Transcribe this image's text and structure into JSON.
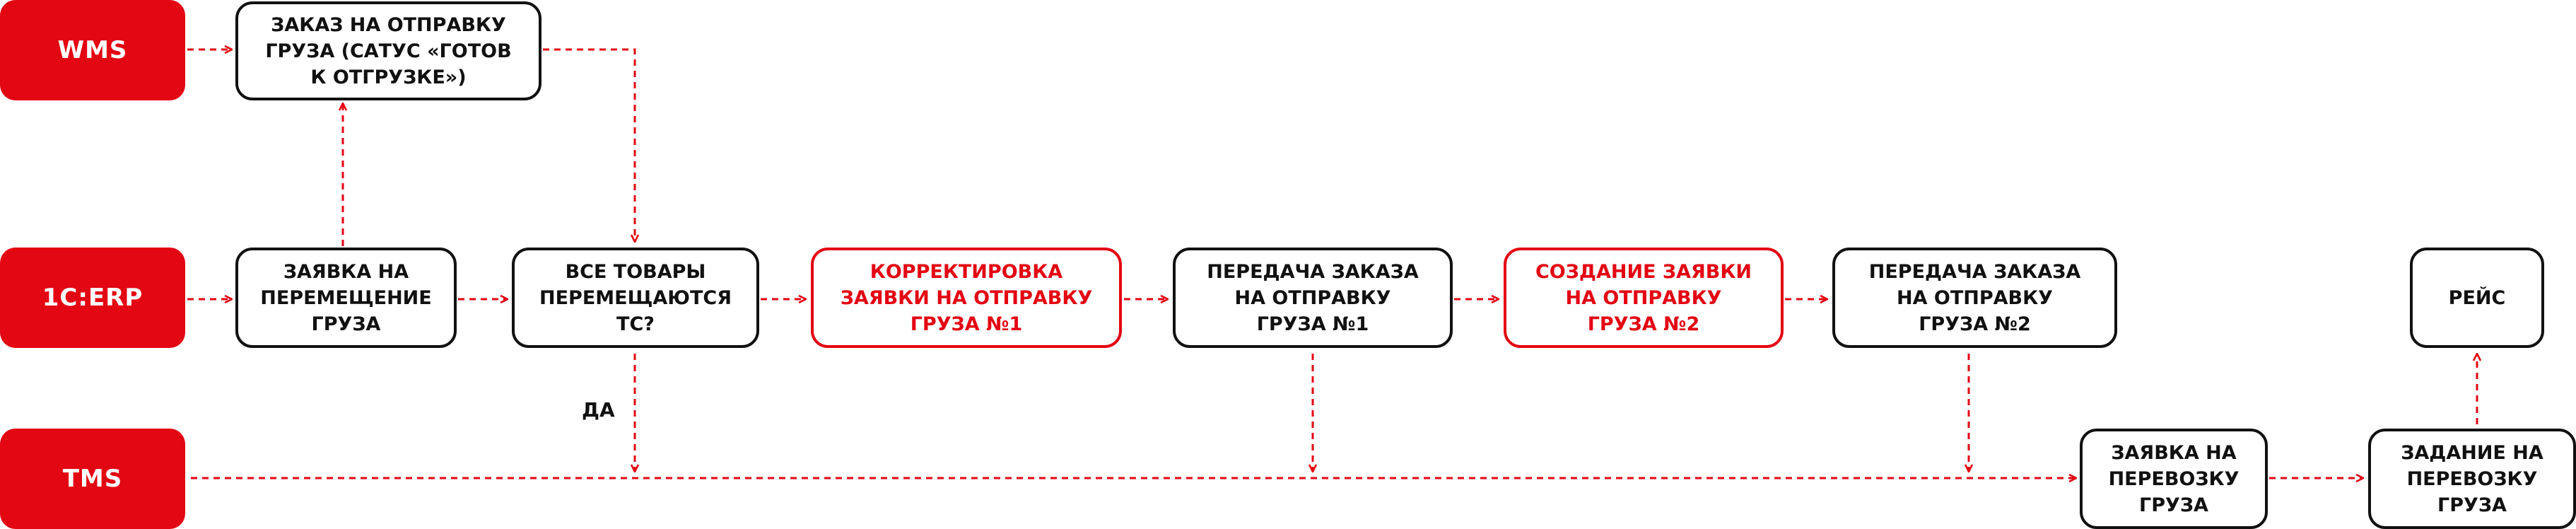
{
  "colors": {
    "accent": "#e30613",
    "box_border": "#111111",
    "text": "#111111",
    "background": "#ffffff"
  },
  "lanes": {
    "wms": "WMS",
    "erp": "1С:ERP",
    "tms": "TMS"
  },
  "nodes": {
    "shipping_order": "ЗАКАЗ НА ОТПРАВКУ\nГРУЗА (САТУС «ГОТОВ\nК ОТГРУЗКЕ»)",
    "transfer_request": "ЗАЯВКА НА\nПЕРЕМЕЩЕНИЕ\nГРУЗА",
    "all_goods_decision": "ВСЕ ТОВАРЫ\nПЕРЕМЕЩАЮТСЯ\nТС?",
    "correction_request_1": "КОРРЕКТИРОВКА\nЗАЯВКИ НА ОТПРАВКУ\nГРУЗА №1",
    "transfer_order_1": "ПЕРЕДАЧА ЗАКАЗА\nНА ОТПРАВКУ\nГРУЗА №1",
    "create_request_2": "СОЗДАНИЕ ЗАЯВКИ\nНА ОТПРАВКУ\nГРУЗА №2",
    "transfer_order_2": "ПЕРЕДАЧА ЗАКАЗА\nНА ОТПРАВКУ\nГРУЗА №2",
    "trip": "РЕЙС",
    "transport_request": "ЗАЯВКА НА\nПЕРЕВОЗКУ\nГРУЗА",
    "transport_task": "ЗАДАНИЕ НА\nПЕРЕВОЗКУ\nГРУЗА"
  },
  "edge_labels": {
    "yes": "ДА"
  }
}
